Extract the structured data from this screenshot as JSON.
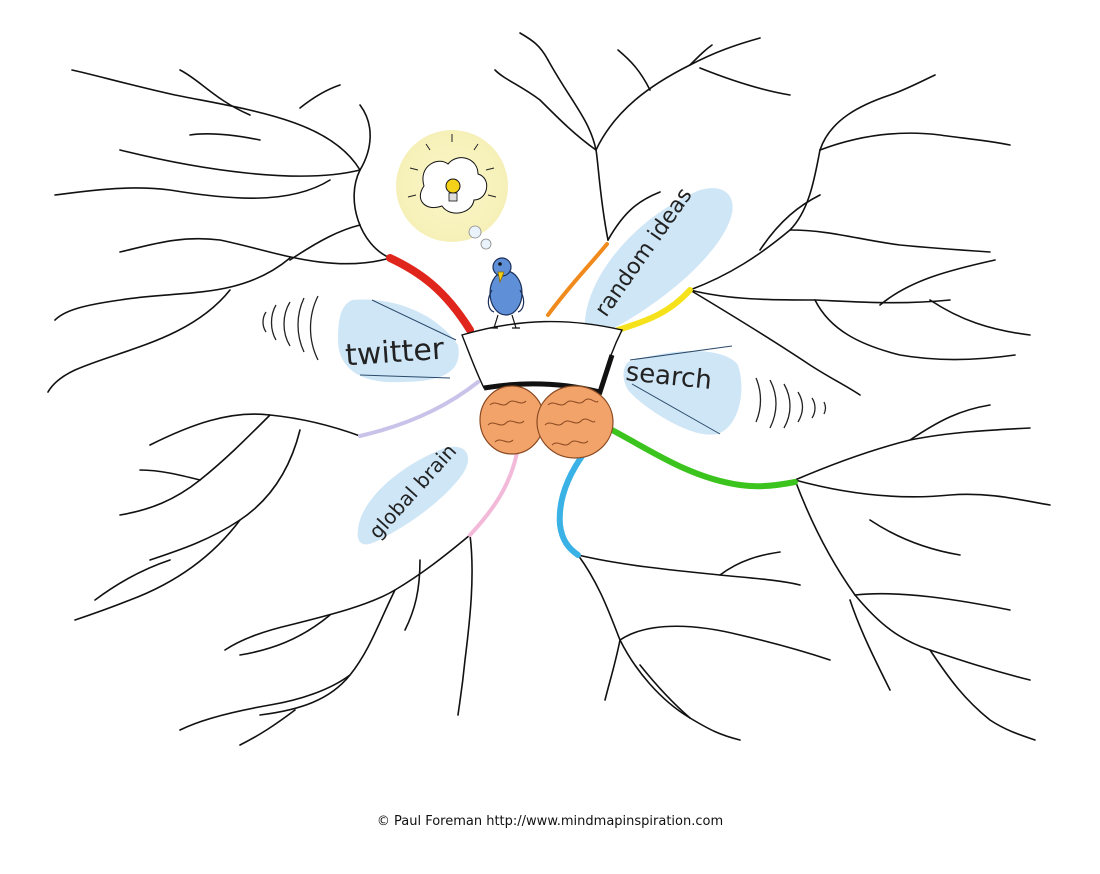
{
  "labels": {
    "twitter": "twitter",
    "random_ideas": "random ideas",
    "search": "search",
    "global_brain": "global brain"
  },
  "credit": "© Paul Foreman http://www.mindmapinspiration.com",
  "colors": {
    "branch_red": "#e0261c",
    "branch_orange": "#f08a1c",
    "branch_yellow": "#f5e21a",
    "branch_green": "#3cc41e",
    "branch_cyan": "#3bb2e6",
    "branch_pink": "#f2b9d9",
    "branch_lavender": "#c9c3ea",
    "label_bubble": "#cfe6f7",
    "lightbulb_glow": "#f8f3c2",
    "brain": "#f2a36a",
    "bird": "#5f8fd6"
  }
}
